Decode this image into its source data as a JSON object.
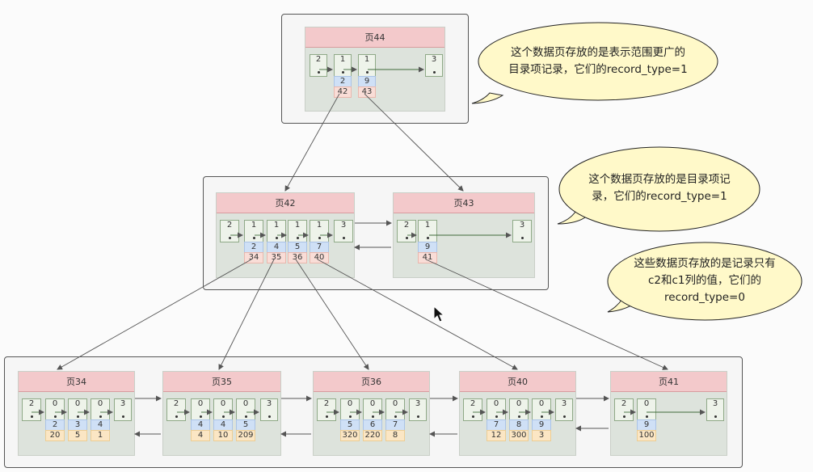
{
  "pages": {
    "p44": {
      "title": "页44",
      "records": [
        "2",
        "1",
        "1",
        "3"
      ],
      "keys": [
        "2",
        "9"
      ],
      "ptrs": [
        "42",
        "43"
      ]
    },
    "p42": {
      "title": "页42",
      "records": [
        "2",
        "1",
        "1",
        "1",
        "1",
        "3"
      ],
      "keys": [
        "2",
        "4",
        "5",
        "7"
      ],
      "ptrs": [
        "34",
        "35",
        "36",
        "40"
      ]
    },
    "p43": {
      "title": "页43",
      "records": [
        "2",
        "1",
        "3"
      ],
      "keys": [
        "9"
      ],
      "ptrs": [
        "41"
      ]
    },
    "p34": {
      "title": "页34",
      "records": [
        "2",
        "0",
        "0",
        "0",
        "3"
      ],
      "keys": [
        "2",
        "3",
        "4"
      ],
      "vals": [
        "20",
        "5",
        "1"
      ]
    },
    "p35": {
      "title": "页35",
      "records": [
        "2",
        "0",
        "0",
        "0",
        "3"
      ],
      "keys": [
        "4",
        "4",
        "5"
      ],
      "vals": [
        "4",
        "10",
        "209"
      ]
    },
    "p36": {
      "title": "页36",
      "records": [
        "2",
        "0",
        "0",
        "0",
        "3"
      ],
      "keys": [
        "5",
        "6",
        "7"
      ],
      "vals": [
        "320",
        "220",
        "8"
      ]
    },
    "p40": {
      "title": "页40",
      "records": [
        "2",
        "0",
        "0",
        "0",
        "3"
      ],
      "keys": [
        "7",
        "8",
        "9"
      ],
      "vals": [
        "12",
        "300",
        "3"
      ]
    },
    "p41": {
      "title": "页41",
      "records": [
        "2",
        "0",
        "3"
      ],
      "keys": [
        "9"
      ],
      "vals": [
        "100"
      ]
    }
  },
  "callouts": {
    "top": [
      "这个数据页存放的是表示范围更广的",
      "目录项记录，它们的record_type=1"
    ],
    "mid": [
      "这个数据页存放的是目录项记",
      "录，它们的record_type=1"
    ],
    "bottom": [
      "这些数据页存放的是记录只有",
      "c2和c1列的值，它们的",
      "record_type=0"
    ]
  },
  "colors": {
    "page_header": "#f3c9cb",
    "page_body": "#dde3dc",
    "key_cell": "#cfe0f6",
    "ptr_cell": "#f9ddd7",
    "val_cell": "#fbe6c4",
    "callout_fill": "#fff9c9"
  }
}
